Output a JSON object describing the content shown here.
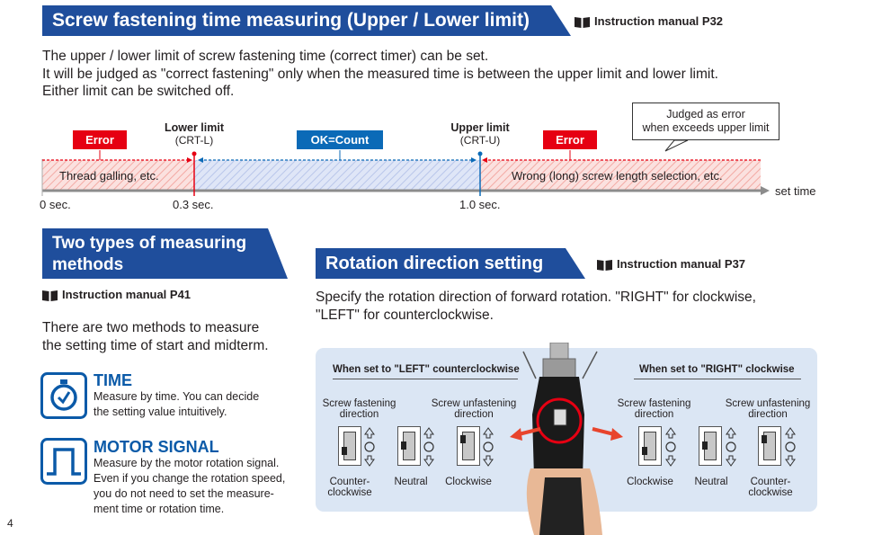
{
  "page_number": "4",
  "icon_names": {
    "manual": "book-icon",
    "time": "stopwatch-icon",
    "motor": "pulse-signal-icon",
    "tool": "screwdriver-photo"
  },
  "colors": {
    "banner": "#1f4e9c",
    "error": "#e60012",
    "ok": "#0b6ab7",
    "accent_text": "#0b5aa8",
    "panel": "#dbe6f4",
    "arrow": "#e8442c"
  },
  "section1": {
    "title": "Screw fastening time measuring (Upper / Lower limit)",
    "manual_ref": "Instruction manual P32",
    "paragraph": [
      "The upper / lower limit of screw fastening time (correct timer) can be set.",
      "It will be judged as \"correct fastening\" only when the measured time is between the upper limit and lower limit.",
      "Either limit can be switched off."
    ]
  },
  "timeline": {
    "error_left": "Error",
    "error_right": "Error",
    "ok": "OK=Count",
    "lower_title": "Lower limit",
    "lower_sub": "(CRT-L)",
    "upper_title": "Upper limit",
    "upper_sub": "(CRT-U)",
    "callout": [
      "Judged as error",
      "when exceeds upper limit"
    ],
    "left_zone": "Thread galling, etc.",
    "right_zone": "Wrong (long) screw length selection, etc.",
    "axis_label": "set time",
    "ticks": [
      "0 sec.",
      "0.3 sec.",
      "1.0 sec."
    ]
  },
  "section2": {
    "title": [
      "Two types of measuring",
      "methods"
    ],
    "manual_ref": "Instruction manual P41",
    "paragraph": [
      "There are two methods to measure",
      "the setting time of start and midterm."
    ],
    "methods": [
      {
        "title": "TIME",
        "lines": [
          "Measure by time. You can decide",
          "the setting value intuitively."
        ]
      },
      {
        "title": "MOTOR SIGNAL",
        "lines": [
          "Measure by the motor rotation signal.",
          "Even if you change the rotation speed,",
          "you do not need to set the measure-",
          "ment time or rotation time."
        ]
      }
    ]
  },
  "section3": {
    "title": "Rotation direction setting",
    "manual_ref": "Instruction manual P37",
    "paragraph": [
      "Specify the rotation direction of forward rotation. \"RIGHT\" for clockwise,",
      "\"LEFT\" for counterclockwise."
    ],
    "left": {
      "heading": "When set to \"LEFT\" counterclockwise",
      "col_fasten": [
        "Screw fastening",
        "direction"
      ],
      "col_unfasten": [
        "Screw unfastening",
        "direction"
      ],
      "labels": [
        [
          "Counter-",
          "clockwise"
        ],
        [
          "Neutral"
        ],
        [
          "Clockwise"
        ]
      ]
    },
    "right": {
      "heading": "When set to \"RIGHT\" clockwise",
      "col_fasten": [
        "Screw fastening",
        "direction"
      ],
      "col_unfasten": [
        "Screw unfastening",
        "direction"
      ],
      "labels": [
        [
          "Clockwise"
        ],
        [
          "Neutral"
        ],
        [
          "Counter-",
          "clockwise"
        ]
      ]
    }
  }
}
